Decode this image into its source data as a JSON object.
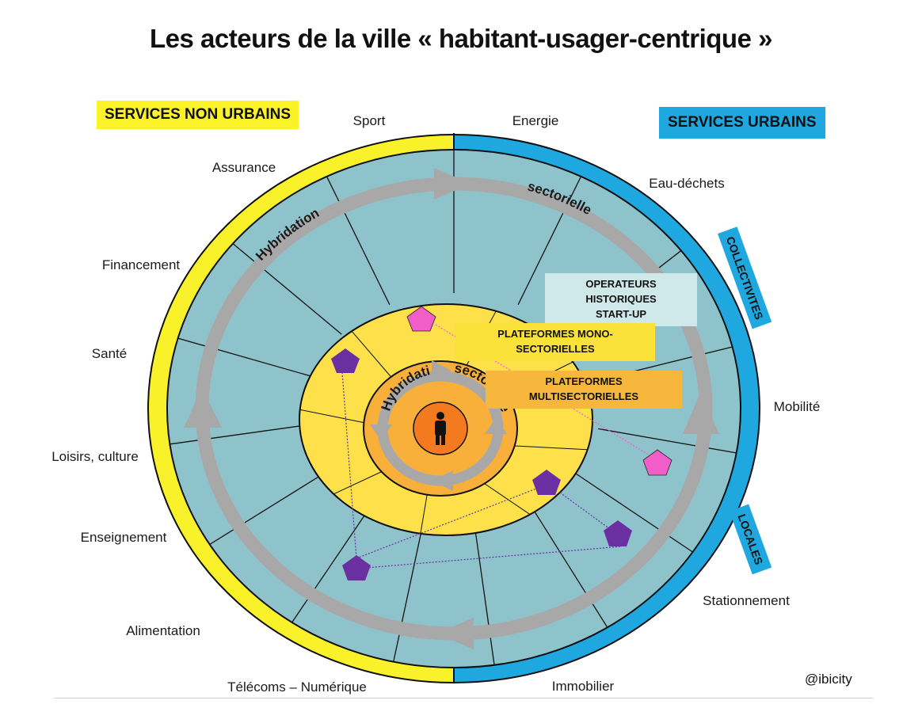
{
  "title": "Les acteurs de la ville « habitant-usager-centrique »",
  "legend_boxes": {
    "non_urban": "SERVICES NON URBAINS",
    "urban": "SERVICES URBAINS"
  },
  "side_tabs": {
    "collectivites": "COLLECTIVITES",
    "locales": "LOCALES"
  },
  "sectors": {
    "sport": "Sport",
    "energie": "Energie",
    "assurance": "Assurance",
    "eau_dechets": "Eau-déchets",
    "financement": "Financement",
    "sante": "Santé",
    "mobilite": "Mobilité",
    "loisirs": "Loisirs, culture",
    "enseignement": "Enseignement",
    "stationnement": "Stationnement",
    "alimentation": "Alimentation",
    "telecoms": "Télécoms – Numérique",
    "immobilier": "Immobilier"
  },
  "outer_ring": {
    "left_word": "Hybridation",
    "right_word": "sectorielle"
  },
  "inner_ring": {
    "left_word": "Hybridation",
    "right_word": "sectorielle"
  },
  "tags": {
    "operateurs_line1": "OPERATEURS HISTORIQUES",
    "operateurs_line2": "START-UP",
    "mono": "PLATEFORMES MONO-SECTORIELLES",
    "multi": "PLATEFORMES MULTISECTORIELLES"
  },
  "credit": "@ibicity",
  "colors": {
    "left_band": "#f9f12a",
    "right_band": "#1fa8e0",
    "teal_disc": "#8fc3cb",
    "yellow_disc": "#fde04a",
    "orange_ring": "#f8b03b",
    "center": "#f47a20",
    "arrows": "#a8a8a8",
    "pink_marker": "#f25ec8",
    "purple_marker": "#6a2fa0",
    "mono_tag": "#fbe23a",
    "multi_tag": "#f6b73c",
    "operateurs_tag": "#cfe8ea"
  }
}
